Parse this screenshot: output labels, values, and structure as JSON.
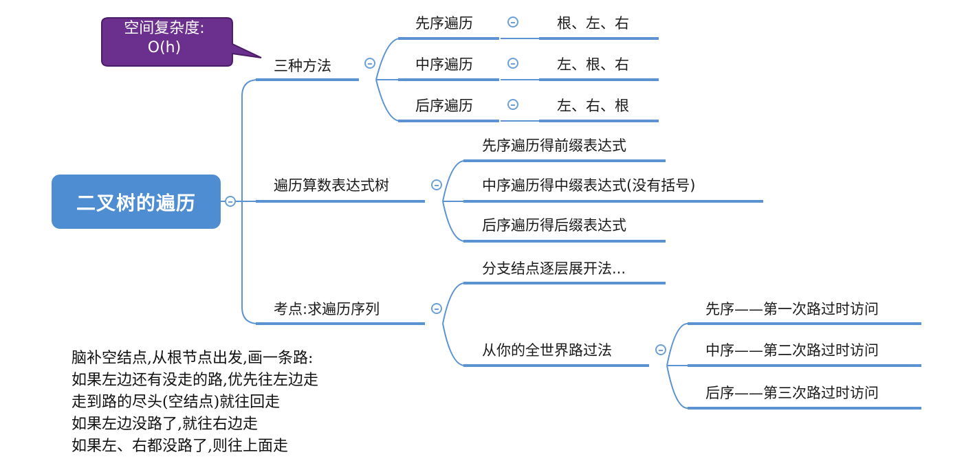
{
  "root": {
    "label": "二叉树的遍历"
  },
  "callout": {
    "line1": "空间复杂度:",
    "line2": "O(h)"
  },
  "branches": [
    {
      "label": "三种方法",
      "children": [
        {
          "label": "先序遍历",
          "detail": "根、左、右"
        },
        {
          "label": "中序遍历",
          "detail": "左、根、右"
        },
        {
          "label": "后序遍历",
          "detail": "左、右、根"
        }
      ]
    },
    {
      "label": "遍历算数表达式树",
      "children": [
        {
          "label": "先序遍历得前缀表达式"
        },
        {
          "label": "中序遍历得中缀表达式(没有括号)"
        },
        {
          "label": "后序遍历得后缀表达式"
        }
      ]
    },
    {
      "label": "考点:求遍历序列",
      "children": [
        {
          "label": "分支结点逐层展开法..."
        },
        {
          "label": "从你的全世界路过法",
          "children": [
            {
              "label": "先序——第一次路过时访问"
            },
            {
              "label": "中序——第二次路过时访问"
            },
            {
              "label": "后序——第三次路过时访问"
            }
          ]
        }
      ]
    }
  ],
  "note": [
    "脑补空结点,从根节点出发,画一条路:",
    "如果左边还有没走的路,优先往左边走",
    "走到路的尽头(空结点)就往回走",
    "如果左边没路了,就往右边走",
    "如果左、右都没路了,则往上面走"
  ],
  "colors": {
    "line": "#5b93d2",
    "root": "#4f8dd3",
    "callout": "#6b2f8e"
  }
}
